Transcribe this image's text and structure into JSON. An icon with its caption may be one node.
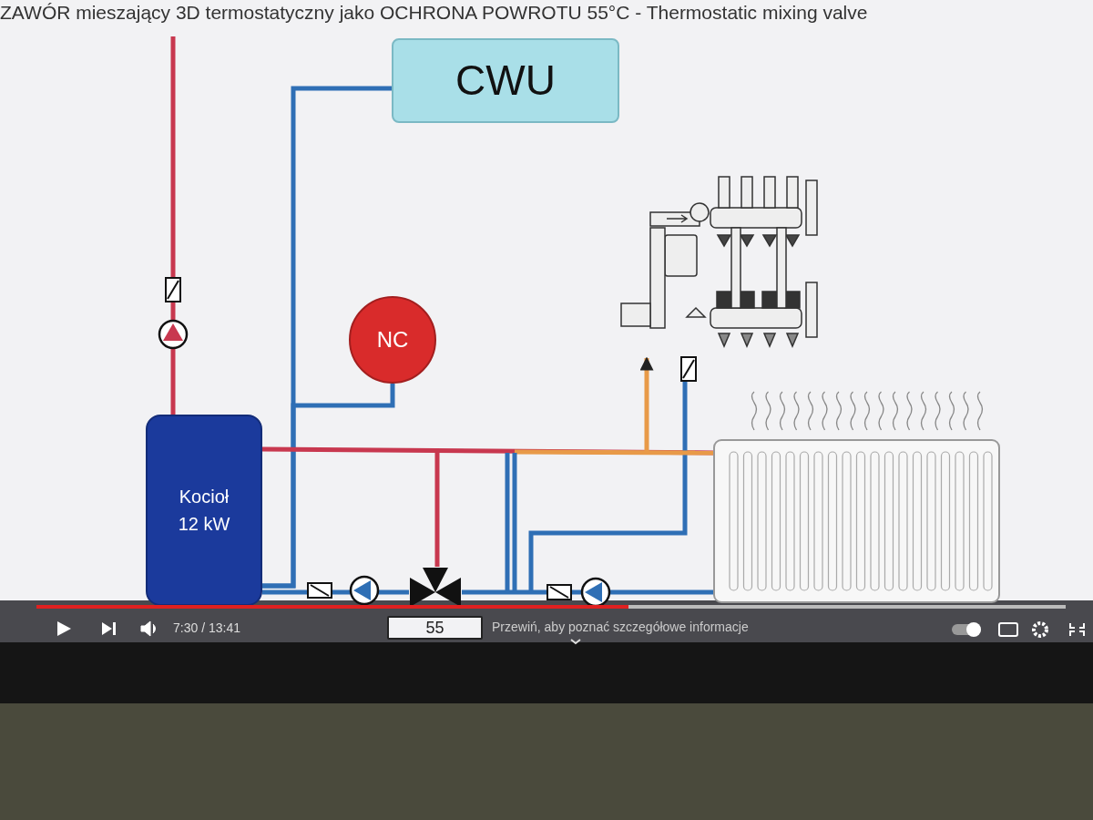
{
  "diagram": {
    "title": "ZAWÓR mieszający 3D termostatyczny jako OCHRONA POWROTU 55°C - Thermostatic mixing valve",
    "nodes": [
      {
        "text": [
          "CWU"
        ]
      },
      {
        "text": [],
        "shape": "picture"
      },
      {
        "text": [
          "NC"
        ]
      },
      {
        "text": [
          "Kocioł 12 kW"
        ]
      },
      {
        "text": [],
        "shape": "picture"
      },
      {
        "text": [
          "55"
        ]
      },
      {
        "text": [],
        "shape": "picture"
      }
    ],
    "edges": [
      {
        "from": 3,
        "to": 0,
        "arrow": "none"
      },
      {
        "from": 2,
        "to": 3,
        "arrow": "none"
      },
      {
        "from": 3,
        "to": 4,
        "arrow": "none",
        "color": "#c8384f"
      },
      {
        "from": 4,
        "to": 6,
        "arrow": "to"
      },
      {
        "from": null,
        "to": 1,
        "arrow": "to",
        "color": "#e89a48"
      },
      {
        "from": 1,
        "to": null,
        "arrow": "none"
      },
      {
        "from": 3,
        "to": null,
        "arrow": "none",
        "color": "#c8384f"
      },
      {
        "from": 6,
        "to": 3,
        "arrow": "to"
      },
      {
        "from": null,
        "to": 6,
        "arrow": "none",
        "color": "#c8384f"
      }
    ],
    "labels": [
      "7:30 / 13:41",
      "Przewiń, aby poznać szczegółowe informacje"
    ]
  }
}
